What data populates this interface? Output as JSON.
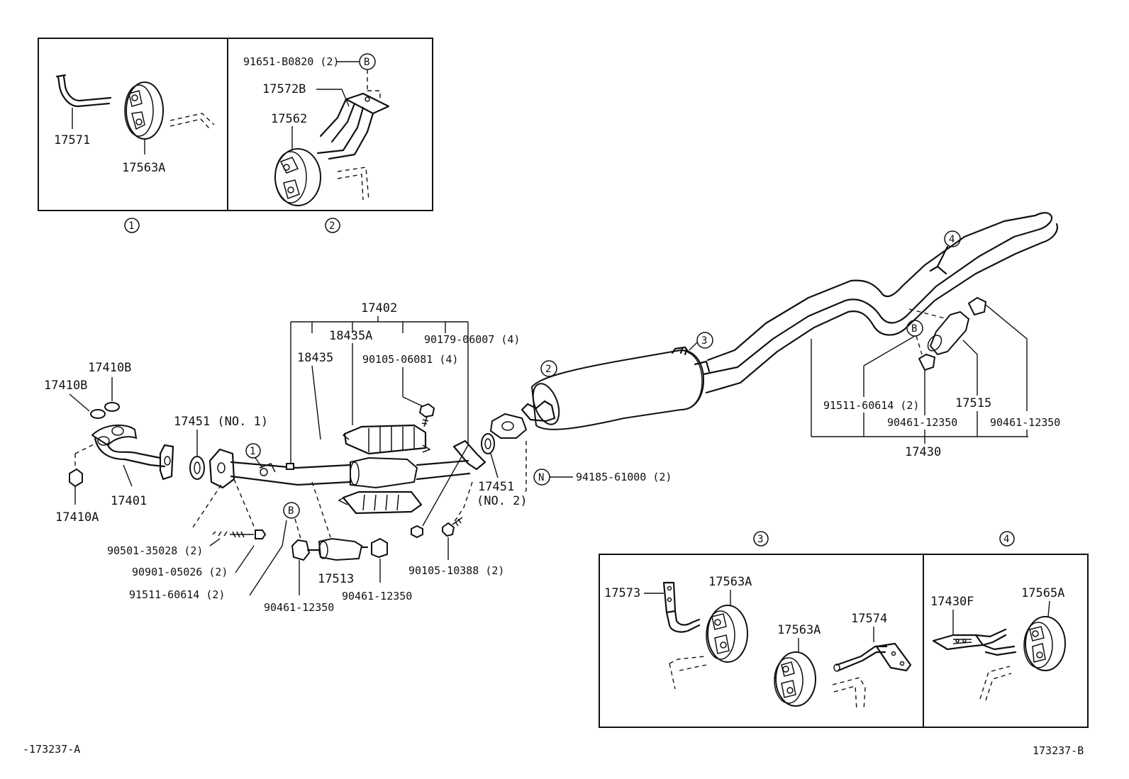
{
  "diagram": {
    "figure_codes": {
      "left": "-173237-A",
      "right": "173237-B"
    },
    "callouts": {
      "c1": "1",
      "c2": "2",
      "c3": "3",
      "c4": "4",
      "b": "B",
      "n": "N"
    },
    "inset1": {
      "parts": [
        "17571",
        "17563A"
      ]
    },
    "inset2": {
      "parts": [
        "91651-B0820 (2)",
        "17572B",
        "17562"
      ]
    },
    "inset3": {
      "parts": [
        "17573",
        "17563A",
        "17563A",
        "17574"
      ]
    },
    "inset4": {
      "parts": [
        "17430F",
        "17565A"
      ]
    },
    "main": {
      "p17402": "17402",
      "p18435A": "18435A",
      "p90179": "90179-06007 (4)",
      "p18435": "18435",
      "p90105_06081": "90105-06081 (4)",
      "p17410B_a": "17410B",
      "p17410B_b": "17410B",
      "p17451_1": "17451 (NO. 1)",
      "p17401": "17401",
      "p17410A": "17410A",
      "p17451_2a": "17451",
      "p17451_2b": "(NO. 2)",
      "p94185": "94185-61000 (2)",
      "p90501": "90501-35028 (2)",
      "p90901": "90901-05026 (2)",
      "p91511_left": "91511-60614 (2)",
      "p17513": "17513",
      "p90461_a": "90461-12350",
      "p90461_b": "90461-12350",
      "p90105_10388": "90105-10388 (2)",
      "p91511_right": "91511-60614 (2)",
      "p17515": "17515",
      "p90461_c": "90461-12350",
      "p90461_d": "90461-12350",
      "p17430": "17430"
    }
  }
}
